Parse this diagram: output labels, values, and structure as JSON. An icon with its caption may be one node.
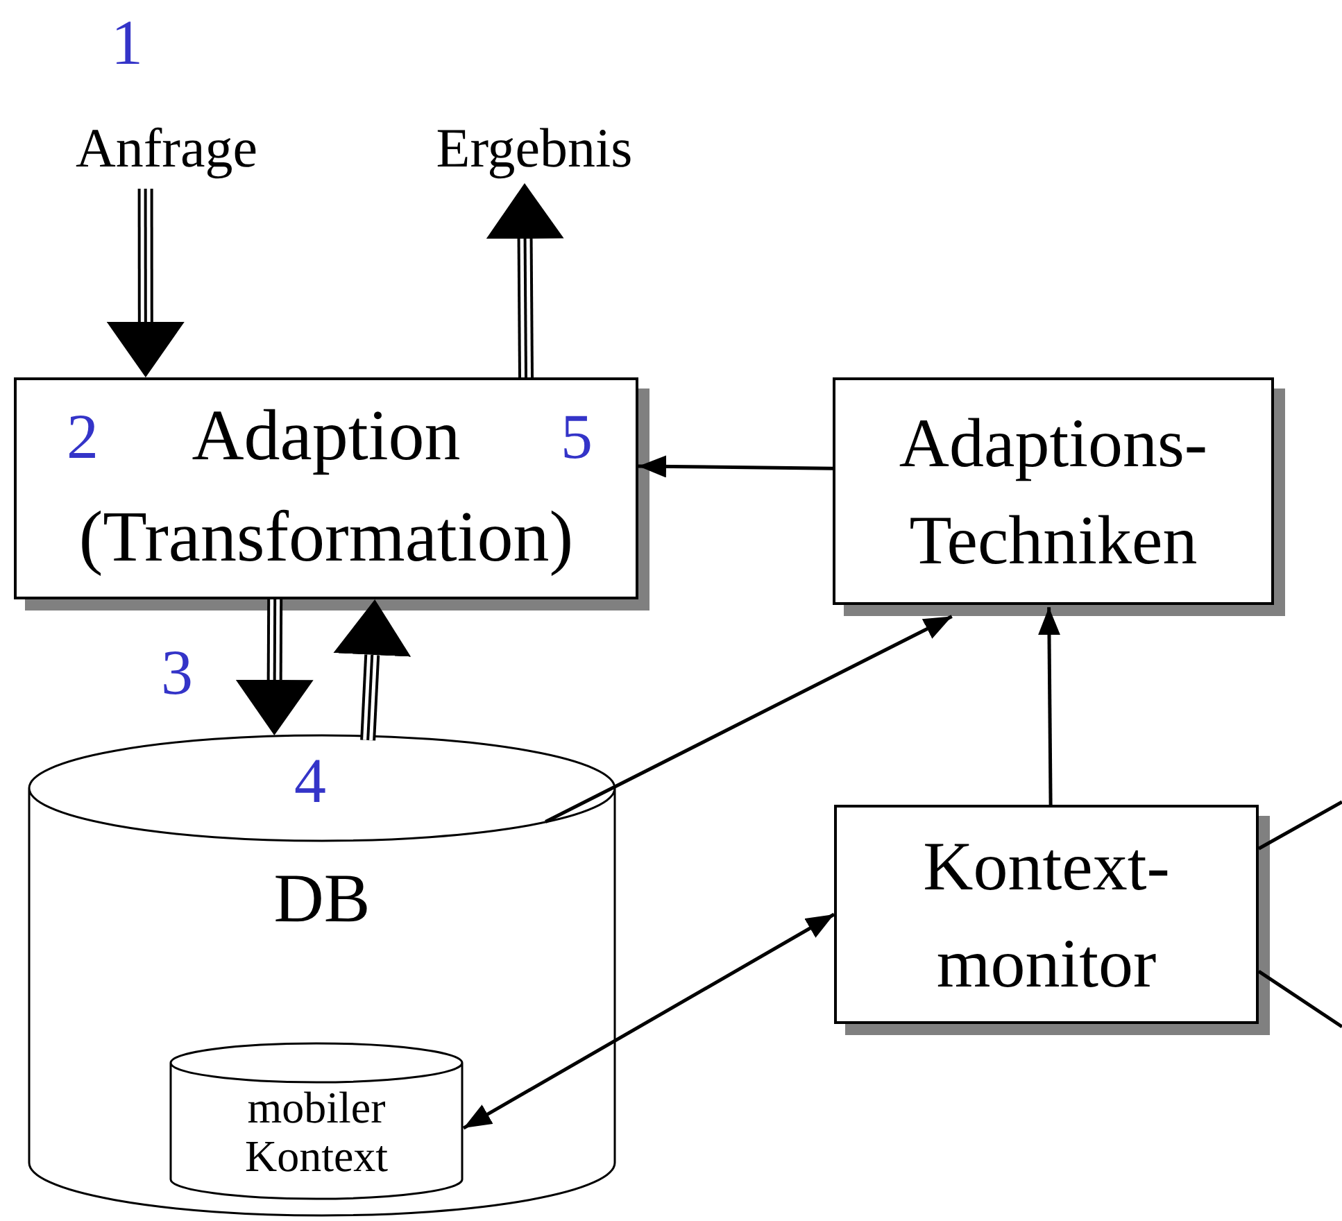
{
  "diagram": {
    "nodes": [
      {
        "text": [
          "Anfrage"
        ]
      },
      {
        "text": [
          "Ergebnis"
        ]
      },
      {
        "text": [
          "2",
          "Adaption (Transformation)",
          "5"
        ]
      },
      {
        "text": [
          "Adaptions-Techniken"
        ]
      },
      {
        "text": [
          "DB"
        ]
      },
      {
        "text": [
          "mobiler Kontext"
        ],
        "in": 4
      },
      {
        "text": [
          "Kontext-monitor"
        ]
      }
    ],
    "edges": [
      {
        "from": 0,
        "to": 2,
        "arrow": "to",
        "style": "thick"
      },
      {
        "from": 2,
        "to": 1,
        "arrow": "to",
        "style": "thick"
      },
      {
        "from": 2,
        "to": 4,
        "arrow": "to",
        "style": "thick"
      },
      {
        "from": 4,
        "to": 2,
        "arrow": "to",
        "style": "thick"
      },
      {
        "from": 3,
        "to": 2,
        "arrow": "to"
      },
      {
        "from": 4,
        "to": 3,
        "arrow": "to"
      },
      {
        "from": 6,
        "to": 3,
        "arrow": "to"
      },
      {
        "from": 5,
        "to": 6,
        "arrow": "both"
      },
      {
        "from": 6,
        "to": null,
        "arrow": "none"
      },
      {
        "from": 6,
        "to": null,
        "arrow": "none"
      }
    ],
    "labels": [
      "1",
      "3",
      "4"
    ]
  }
}
